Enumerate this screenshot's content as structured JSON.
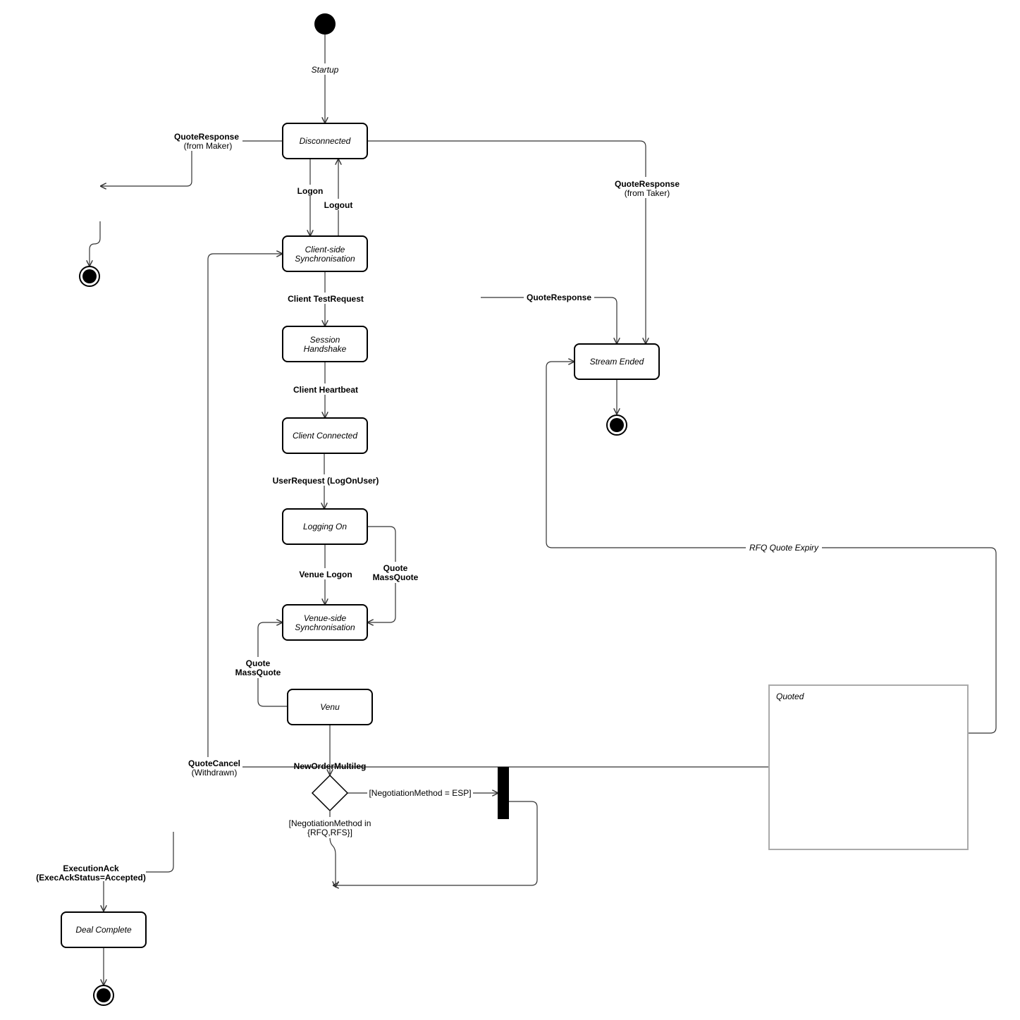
{
  "states": {
    "disconnected": "Disconnected",
    "client_sync_1": "Client-side",
    "client_sync_2": "Synchronisation",
    "session_1": "Session",
    "session_2": "Handshake",
    "client_connected": "Client Connected",
    "logging_on": "Logging On",
    "venue_sync_1": "Venue-side",
    "venue_sync_2": "Synchronisation",
    "venu": "Venu",
    "stream_ended": "Stream Ended",
    "deal_complete": "Deal Complete",
    "quoted": "Quoted"
  },
  "transitions": {
    "startup": "Startup",
    "quote_response_maker": "QuoteResponse",
    "from_maker": "(from Maker)",
    "logon": "Logon",
    "logout": "Logout",
    "quote_response_taker": "QuoteResponse",
    "from_taker": "(from Taker)",
    "client_test_request": "Client TestRequest",
    "quote_response": "QuoteResponse",
    "client_heartbeat": "Client Heartbeat",
    "user_request": "UserRequest (LogOnUser)",
    "venue_logon": "Venue Logon",
    "quote_1": "Quote",
    "massquote_1": "MassQuote",
    "rfq_quote_expiry": "RFQ Quote Expiry",
    "quote_2": "Quote",
    "massquote_2": "MassQuote",
    "quote_cancel": "QuoteCancel",
    "withdrawn": "(Withdrawn)",
    "new_order_multileg": "NewOrderMultileg",
    "guard_esp": "[NegotiationMethod = ESP]",
    "guard_rfq_1": "[NegotiationMethod in",
    "guard_rfq_2": "{RFQ,RFS}]",
    "execution_ack": "ExecutionAck",
    "exec_ack_status": "(ExecAckStatus=Accepted)"
  },
  "colors": {
    "stroke": "#000000",
    "edge": "#333333",
    "quoted_border": "#aaaaaa",
    "background": "#ffffff"
  }
}
